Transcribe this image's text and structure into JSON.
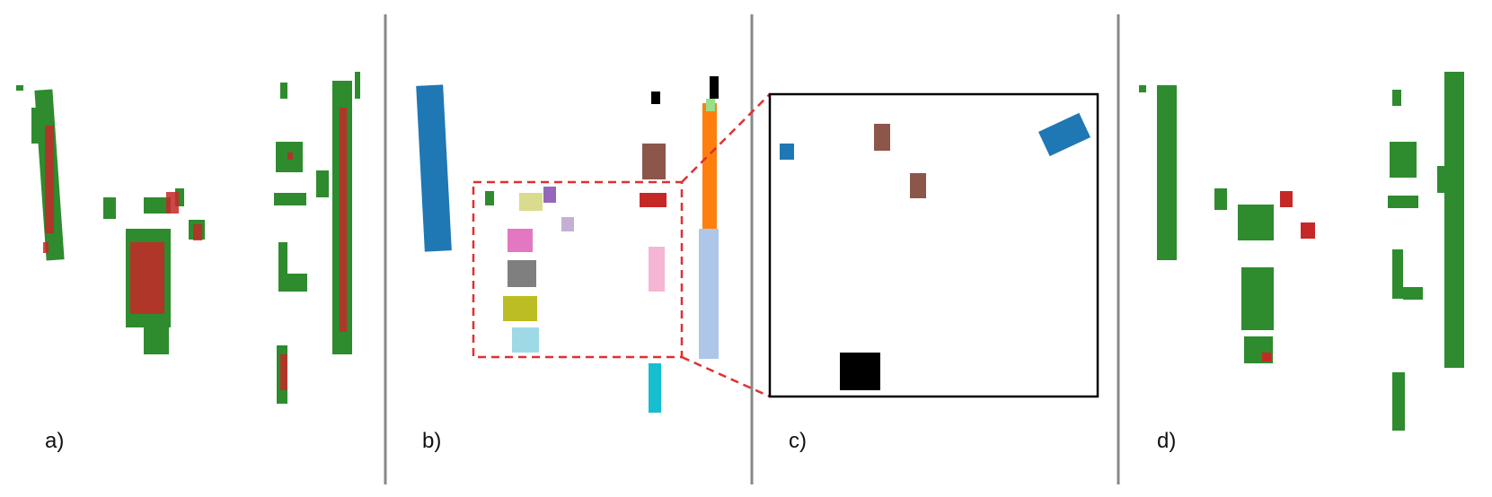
{
  "figure": {
    "panels": [
      {
        "id": "a",
        "label": "a)"
      },
      {
        "id": "b",
        "label": "b)"
      },
      {
        "id": "c",
        "label": "c)"
      },
      {
        "id": "d",
        "label": "d)"
      }
    ],
    "colors": {
      "divider": "#888888",
      "zoom_box": "#e03030",
      "inset_frame": "#000000",
      "green": "#2e8b2e",
      "red": "#c62828",
      "blue": "#1f77b4",
      "orange": "#ff7f0e",
      "light_blue": "#aec7e8",
      "pink": "#f4b6d2",
      "brown": "#8c564b",
      "gray": "#7f7f7f",
      "olive": "#bcbd22",
      "cyan": "#17becf",
      "purple": "#9467bd",
      "light_green": "#98df8a",
      "magenta": "#e377c2",
      "black": "#000000"
    }
  }
}
